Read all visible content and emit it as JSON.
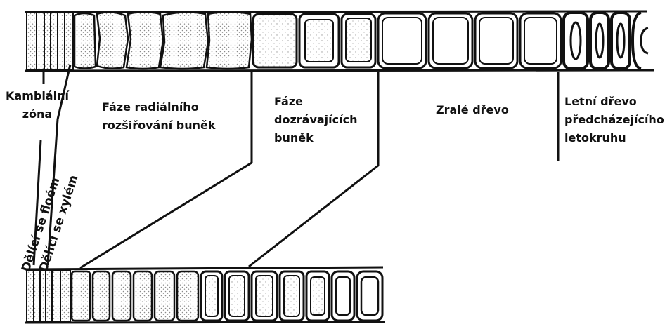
{
  "labels": {
    "kambialni_zona": "Kambiální\nzóna",
    "faze_radialniho": "Fáze radiálního\nrozšiřování buněk",
    "faze_dozravajicich": "Fáze\ndozrávajících\nbuněk",
    "zrale_drevo": "Zralé dřevo",
    "letni_drevo": "Letní dřevo\npředcházejícího\nletokruhu",
    "delici_se_floem": "Dělící se floém",
    "delici_se_xylem": "Dělící se xylém"
  },
  "colors": {
    "ink": "#111111",
    "stipple": "#8a8a8a",
    "background": "#ffffff"
  },
  "top_row": {
    "cell_types": [
      "cambial",
      "cambial",
      "cambial",
      "cambial",
      "cambial",
      "cambial",
      "expanding",
      "expanding",
      "expanding",
      "expanding",
      "expanding",
      "maturing",
      "maturing",
      "maturing",
      "mature",
      "mature",
      "mature",
      "mature",
      "latewood",
      "latewood",
      "latewood",
      "latewood-partial"
    ]
  },
  "bottom_row": {
    "cell_types": [
      "cambial",
      "cambial",
      "cambial",
      "cambial",
      "cambial",
      "cambial",
      "expanding",
      "expanding",
      "expanding",
      "expanding",
      "expanding",
      "expanding",
      "maturing",
      "maturing",
      "maturing",
      "maturing",
      "maturing",
      "mature",
      "mature"
    ]
  }
}
